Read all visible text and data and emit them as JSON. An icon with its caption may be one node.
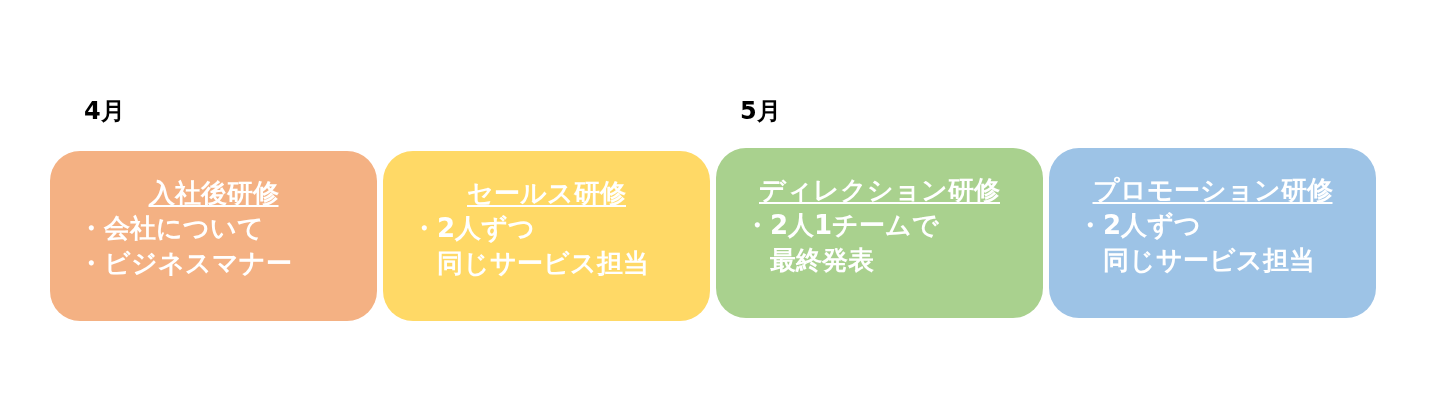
{
  "diagram": {
    "nodes": [
      {
        "text": [
          "入社後研修",
          "・会社について",
          "・ビジネスマナー"
        ]
      },
      {
        "text": [
          "セールス研修",
          "・2人ずつ",
          "同じサービス担当"
        ]
      },
      {
        "text": [
          "ディレクション研修",
          "・2人1チームで",
          "最終発表"
        ]
      },
      {
        "text": [
          "プロモーション研修",
          "・2人ずつ",
          "同じサービス担当"
        ]
      }
    ],
    "labels": [
      "4月",
      "5月"
    ]
  }
}
